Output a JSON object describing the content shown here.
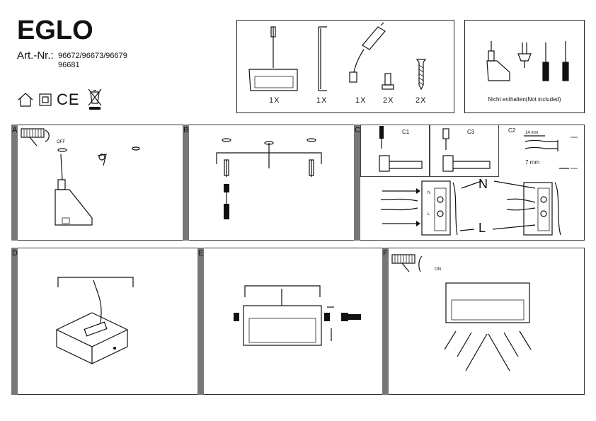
{
  "header": {
    "brand": "EGLO",
    "article_label": "Art.-Nr.:",
    "article_numbers_line1": "96672/96673/96679",
    "article_numbers_line2": "96681"
  },
  "compliance": {
    "ce_mark": "CE",
    "icons": [
      "indoor-house-icon",
      "class-ii-insulation-icon",
      "ce-mark-icon",
      "weee-bin-icon"
    ]
  },
  "contents": {
    "items": [
      {
        "qty": "1X",
        "icon": "lamp-body-icon"
      },
      {
        "qty": "1X",
        "icon": "mounting-bracket-icon"
      },
      {
        "qty": "1X",
        "icon": "led-driver-icon"
      },
      {
        "qty": "2X",
        "icon": "wall-plug-icon"
      },
      {
        "qty": "2X",
        "icon": "screw-icon"
      }
    ]
  },
  "tools": {
    "caption": "Nicht enthalten(Not included)",
    "icons": [
      "drill-icon",
      "wire-stripper-icon",
      "phillips-screwdriver-icon",
      "flat-screwdriver-icon"
    ]
  },
  "steps": {
    "a": {
      "letter": "A",
      "switch_label": "OFF"
    },
    "b": {
      "letter": "B"
    },
    "c": {
      "letter": "C",
      "sub1": "C1",
      "sub3": "C3",
      "sub2": "C2",
      "strip_length_1": "14 mm",
      "strip_length_2": "7 mm",
      "neutral": "N",
      "live": "L",
      "terminal_n": "N",
      "terminal_l": "L"
    },
    "d": {
      "letter": "D"
    },
    "e": {
      "letter": "E"
    },
    "f": {
      "letter": "F",
      "switch_label": "ON"
    }
  }
}
